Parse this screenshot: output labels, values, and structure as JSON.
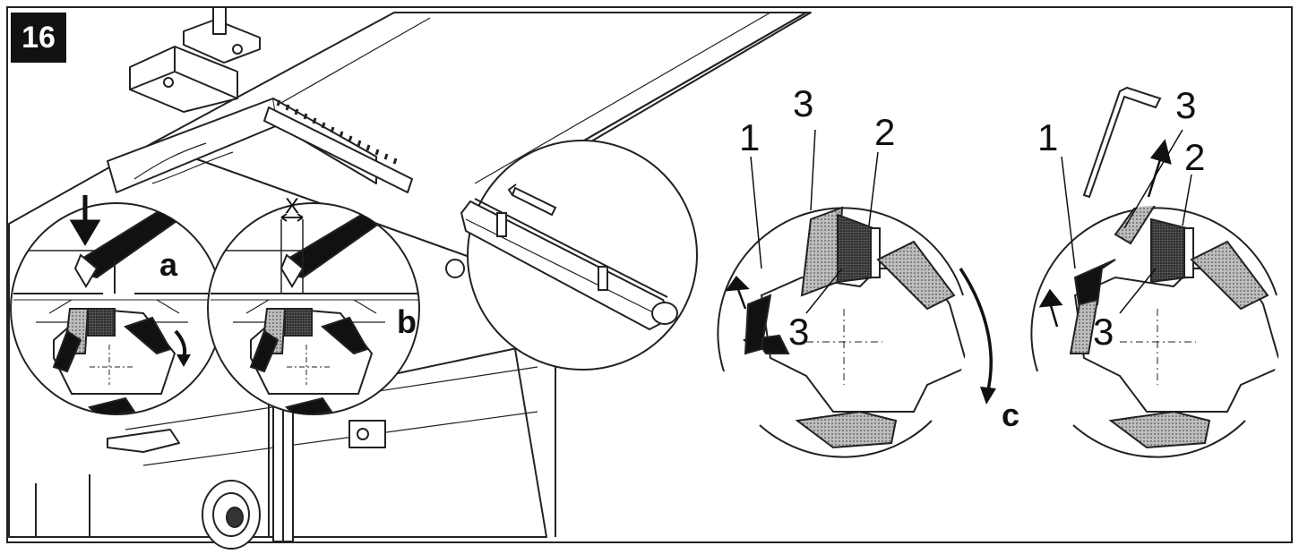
{
  "figure": {
    "number": "16",
    "labels": {
      "a": "a",
      "b": "b",
      "c": "c",
      "x": "X",
      "n1_left": "1",
      "n2_left": "2",
      "n3_left_top": "3",
      "n3_left_bottom": "3",
      "n1_right": "1",
      "n2_right": "2",
      "n3_right_top": "3",
      "n3_right_bottom": "3"
    }
  }
}
